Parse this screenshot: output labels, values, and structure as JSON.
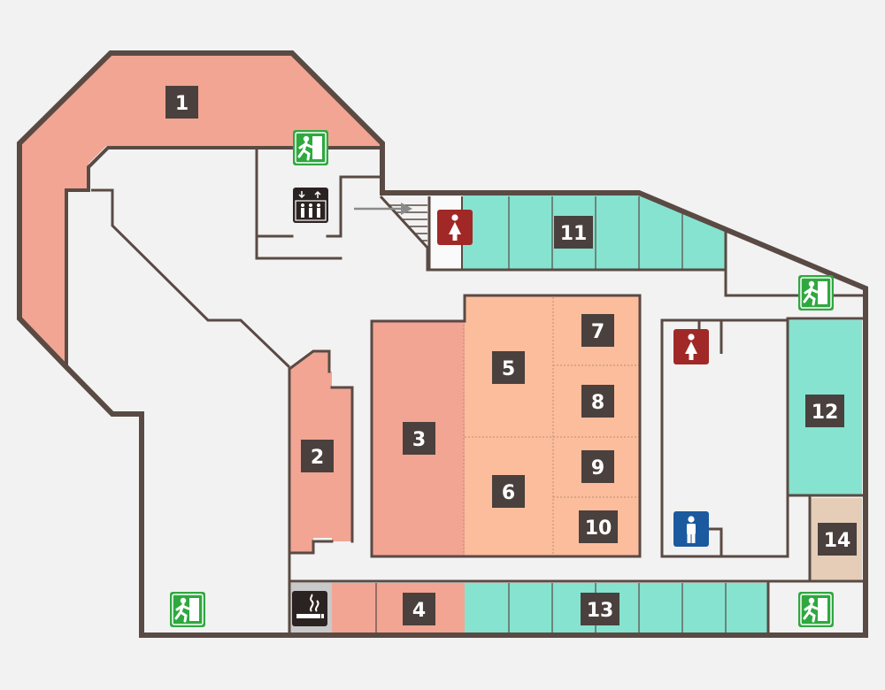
{
  "map": {
    "zones": [
      {
        "id": "1",
        "label": "1"
      },
      {
        "id": "2",
        "label": "2"
      },
      {
        "id": "3",
        "label": "3"
      },
      {
        "id": "4",
        "label": "4"
      },
      {
        "id": "5",
        "label": "5"
      },
      {
        "id": "6",
        "label": "6"
      },
      {
        "id": "7",
        "label": "7"
      },
      {
        "id": "8",
        "label": "8"
      },
      {
        "id": "9",
        "label": "9"
      },
      {
        "id": "10",
        "label": "10"
      },
      {
        "id": "11",
        "label": "11"
      },
      {
        "id": "12",
        "label": "12"
      },
      {
        "id": "13",
        "label": "13"
      },
      {
        "id": "14",
        "label": "14"
      }
    ],
    "icons": {
      "exit": "emergency-exit-icon",
      "elevator": "elevator-icon",
      "women_restroom": "womens-restroom-icon",
      "men_restroom": "mens-restroom-icon",
      "smoking": "smoking-area-icon",
      "stairs_arrow": "stairs-arrow-icon"
    },
    "colors": {
      "zone_salmon": "#f2a593",
      "zone_peach": "#fbbd9c",
      "zone_mint": "#86e3cf",
      "zone_tan": "#e5cdb8",
      "wall": "#5a4a44",
      "label_box": "#4a403d",
      "exit_green": "#2fa83f",
      "women_red": "#a02826",
      "men_blue": "#1b5a9e",
      "icon_dark": "#2b2322",
      "background": "#f2f2f2",
      "floor": "#f2f2f2"
    }
  }
}
